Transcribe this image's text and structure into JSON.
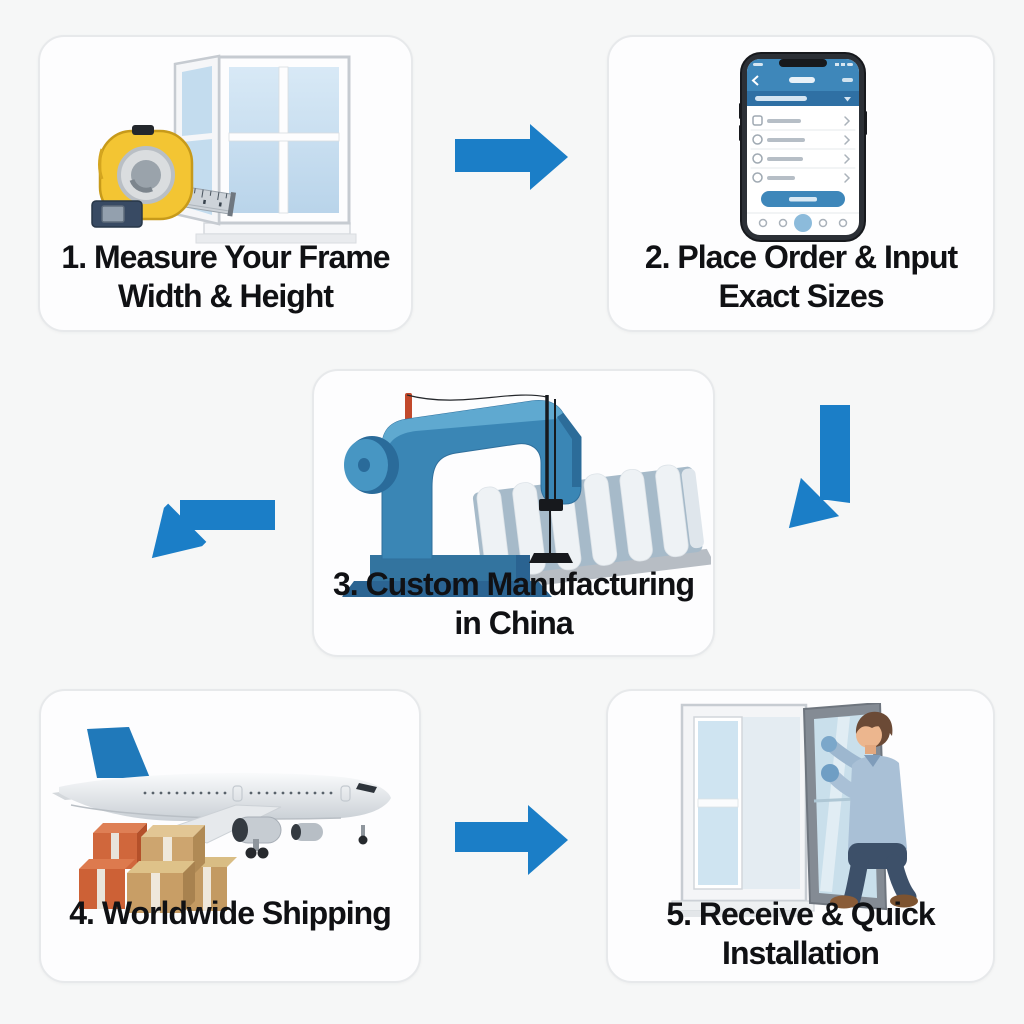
{
  "page": {
    "background": "#f6f7f7",
    "card_background": "#fdfdfe",
    "card_border": "#e7e9eb",
    "accent_blue": "#1b7ec7",
    "title_color": "#101114"
  },
  "steps": [
    {
      "number": "1",
      "title": "1. Measure Your Frame\nWidth & Height",
      "illustration": "tape-measure-and-open-window"
    },
    {
      "number": "2",
      "title": "2. Place Order & Input\nExact Sizes",
      "illustration": "smartphone-order-form"
    },
    {
      "number": "3",
      "title": "3. Custom Manufacturing\nin China",
      "illustration": "sewing-machine-with-pleated-fabric"
    },
    {
      "number": "4",
      "title": "4. Worldwide Shipping",
      "illustration": "cargo-airplane-and-parcel-boxes"
    },
    {
      "number": "5",
      "title": "5. Receive & Quick\nInstallation",
      "illustration": "worker-installing-window"
    }
  ],
  "arrows": [
    {
      "from": 1,
      "to": 2,
      "direction": "right"
    },
    {
      "from": 2,
      "to": 3,
      "direction": "down-left"
    },
    {
      "from": 3,
      "to": 4,
      "direction": "down-left"
    },
    {
      "from": 4,
      "to": 5,
      "direction": "right"
    }
  ]
}
